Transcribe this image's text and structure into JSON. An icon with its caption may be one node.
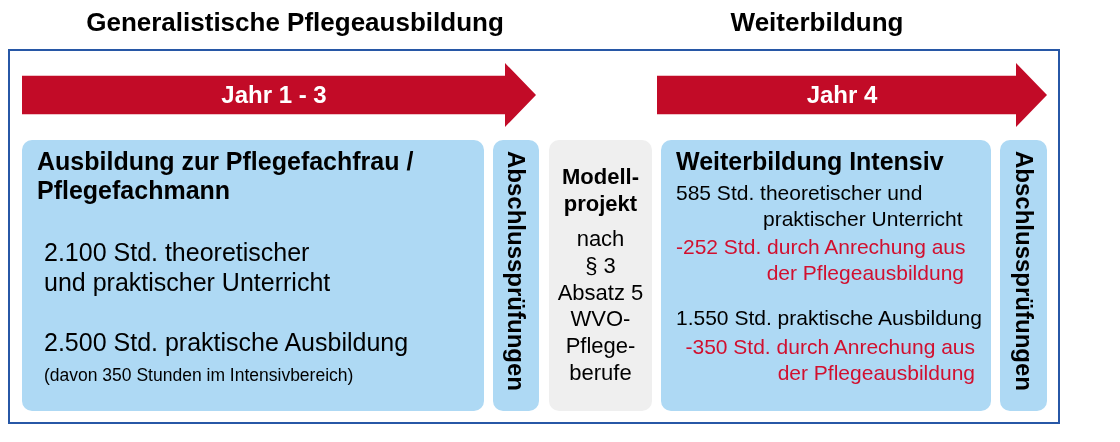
{
  "diagram": {
    "nodes": [
      {
        "text": [],
        "shape": "box"
      },
      {
        "text": [
          "Jahr 1 - 3"
        ],
        "in": 0
      },
      {
        "text": [
          "Jahr 4"
        ],
        "in": 0
      },
      {
        "text": [
          "Ausbildung zur Pflegefachfrau / Pflegefachmann",
          "2.100 Std. theoretischer und praktischer Unterricht",
          "2.500 Std. praktische Ausbildung",
          "(davon 350 Stunden im Intensivbereich)"
        ],
        "in": 0
      },
      {
        "text": [
          "Abschlussprüfungen"
        ],
        "in": 0
      },
      {
        "text": [
          "Modell- projekt",
          "nach § 3 Absatz 5 WVO- Pflege- berufe"
        ],
        "in": 0
      },
      {
        "text": [
          "Weiterbildung Intensiv",
          "585 Std. theoretischer und praktischer Unterricht",
          "-252 Std. durch Anrechung aus der Pflegeausbildung",
          "1.550 Std. praktische Ausbildung",
          "-350 Std. durch Anrechung aus der Pflegeausbildung"
        ],
        "in": 0
      },
      {
        "text": [
          "Abschlussprüfungen"
        ],
        "in": 0
      }
    ],
    "labels": [
      "Generalistische Pflegeausbildung",
      "Weiterbildung"
    ]
  }
}
